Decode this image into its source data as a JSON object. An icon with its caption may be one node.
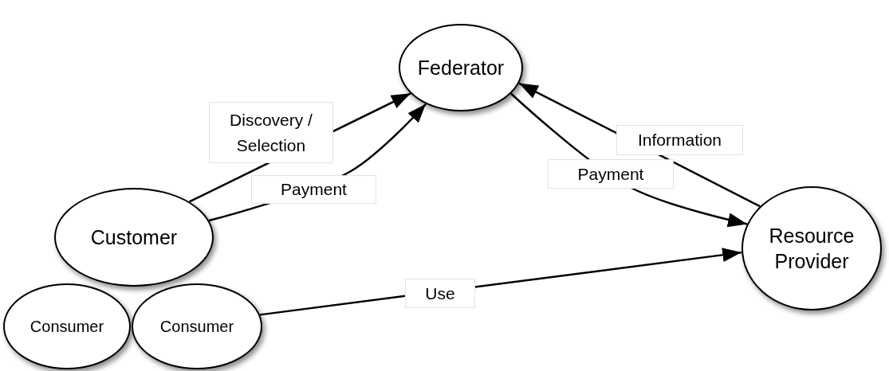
{
  "diagram": {
    "nodes": [
      {
        "text": [
          "Federator"
        ]
      },
      {
        "text": [
          "Customer"
        ]
      },
      {
        "text": [
          "Consumer"
        ]
      },
      {
        "text": [
          "Consumer"
        ]
      },
      {
        "text": [
          "Resource Provider"
        ]
      }
    ],
    "edges": [
      {
        "from": 1,
        "to": 0,
        "arrow": "to",
        "label": "Discovery / Selection"
      },
      {
        "from": 1,
        "to": 0,
        "arrow": "to",
        "label": "Payment"
      },
      {
        "from": 0,
        "to": 4,
        "arrow": "to",
        "label": "Payment"
      },
      {
        "from": 4,
        "to": 0,
        "arrow": "to",
        "label": "Information"
      },
      {
        "from": 3,
        "to": 4,
        "arrow": "to",
        "label": "Use"
      }
    ]
  }
}
